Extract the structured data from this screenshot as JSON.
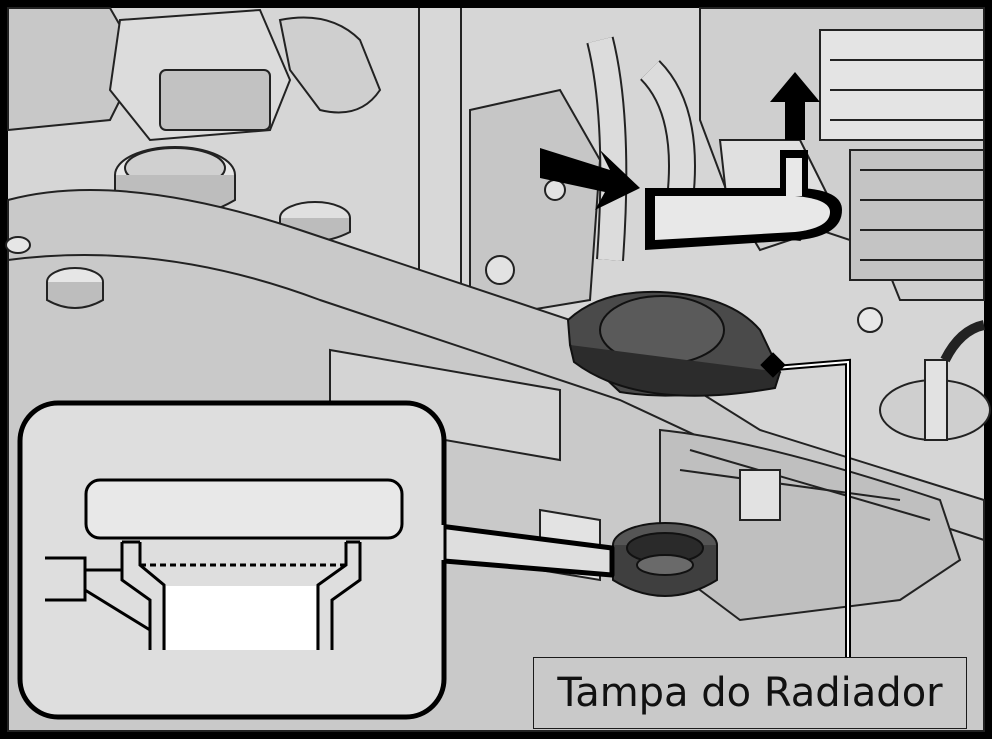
{
  "callout": {
    "label": "Tampa do Radiador"
  },
  "colors": {
    "frame": "#000000",
    "engine_fill": "#d6d6d6",
    "engine_shadow": "#b9b9b9",
    "engine_dark": "#8f8f8f",
    "cap": "#4a4a4a",
    "cap_dark": "#2c2c2c",
    "arrow": "#000000",
    "inset_bg": "#dedede",
    "label_bg": "#c9c9c9"
  },
  "icons": {
    "rotation_arrow": "counterclockwise-turn-arrow",
    "lift_arrow": "up-arrow"
  }
}
